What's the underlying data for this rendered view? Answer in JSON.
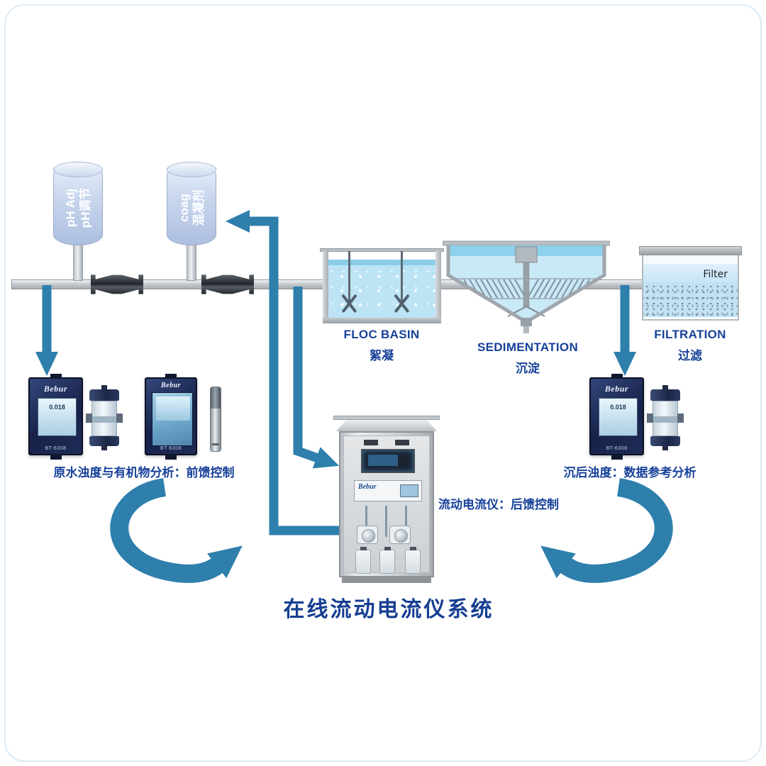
{
  "title": "在线流动电流仪系统",
  "colors": {
    "arrow_blue": "#2e7fac",
    "label_blue": "#17419a",
    "title_blue": "#163e92",
    "panel_navy": "#17224a",
    "tank_fill": "#c8d5ed",
    "water_blue": "#bde4f5",
    "metal_gray": "#c7cbd0"
  },
  "tanks": [
    {
      "en": "pH Adj",
      "zh": "pH调节"
    },
    {
      "en": "coag",
      "zh": "混凝剂"
    }
  ],
  "stages": [
    {
      "en": "FLOC BASIN",
      "zh": "絮凝"
    },
    {
      "en": "SEDIMENTATION",
      "zh": "沉淀"
    },
    {
      "en": "FILTRATION",
      "zh": "过滤"
    }
  ],
  "filter_unit": {
    "media_label": "Filter"
  },
  "devices": {
    "brand": "Bebur",
    "model": "BT-6308",
    "reading": "0.018"
  },
  "captions": {
    "left": "原水浊度与有机物分析：前馈控制",
    "center": "流动电流仪：后馈控制",
    "right": "沉后浊度：数据参考分析"
  }
}
